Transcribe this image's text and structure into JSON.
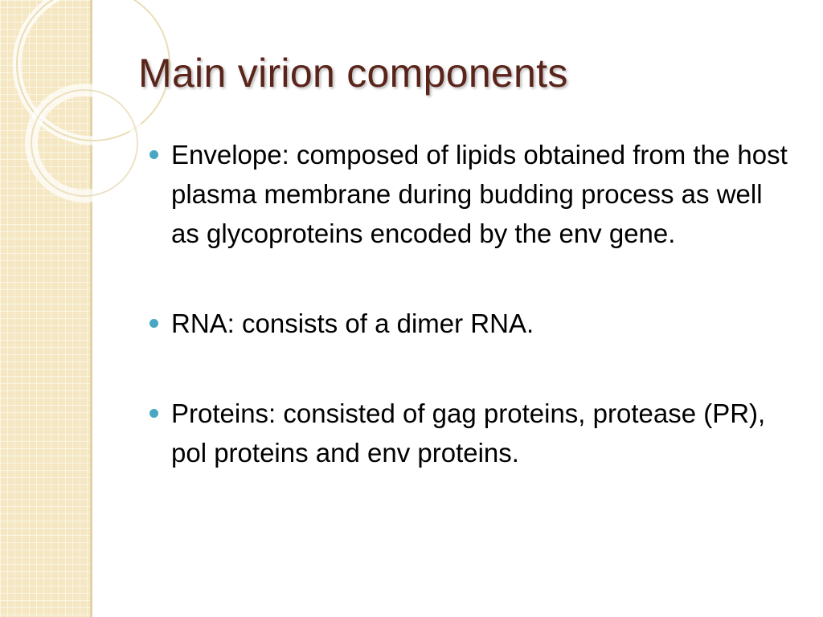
{
  "slide": {
    "title": "Main virion components",
    "bullets": [
      {
        "text": "Envelope: composed of lipids obtained from the host plasma membrane during budding process as well as glycoproteins encoded by the env gene."
      },
      {
        "text": "RNA: consists of a dimer RNA."
      },
      {
        "text": "Proteins: consisted of gag proteins, protease (PR), pol proteins and env proteins."
      }
    ]
  },
  "colors": {
    "title": "#5a241a",
    "bullet_marker": "#48a8c4",
    "strip": "#f4e7c2"
  },
  "icons": {
    "bullet_marker": "bullet-dot-icon"
  }
}
